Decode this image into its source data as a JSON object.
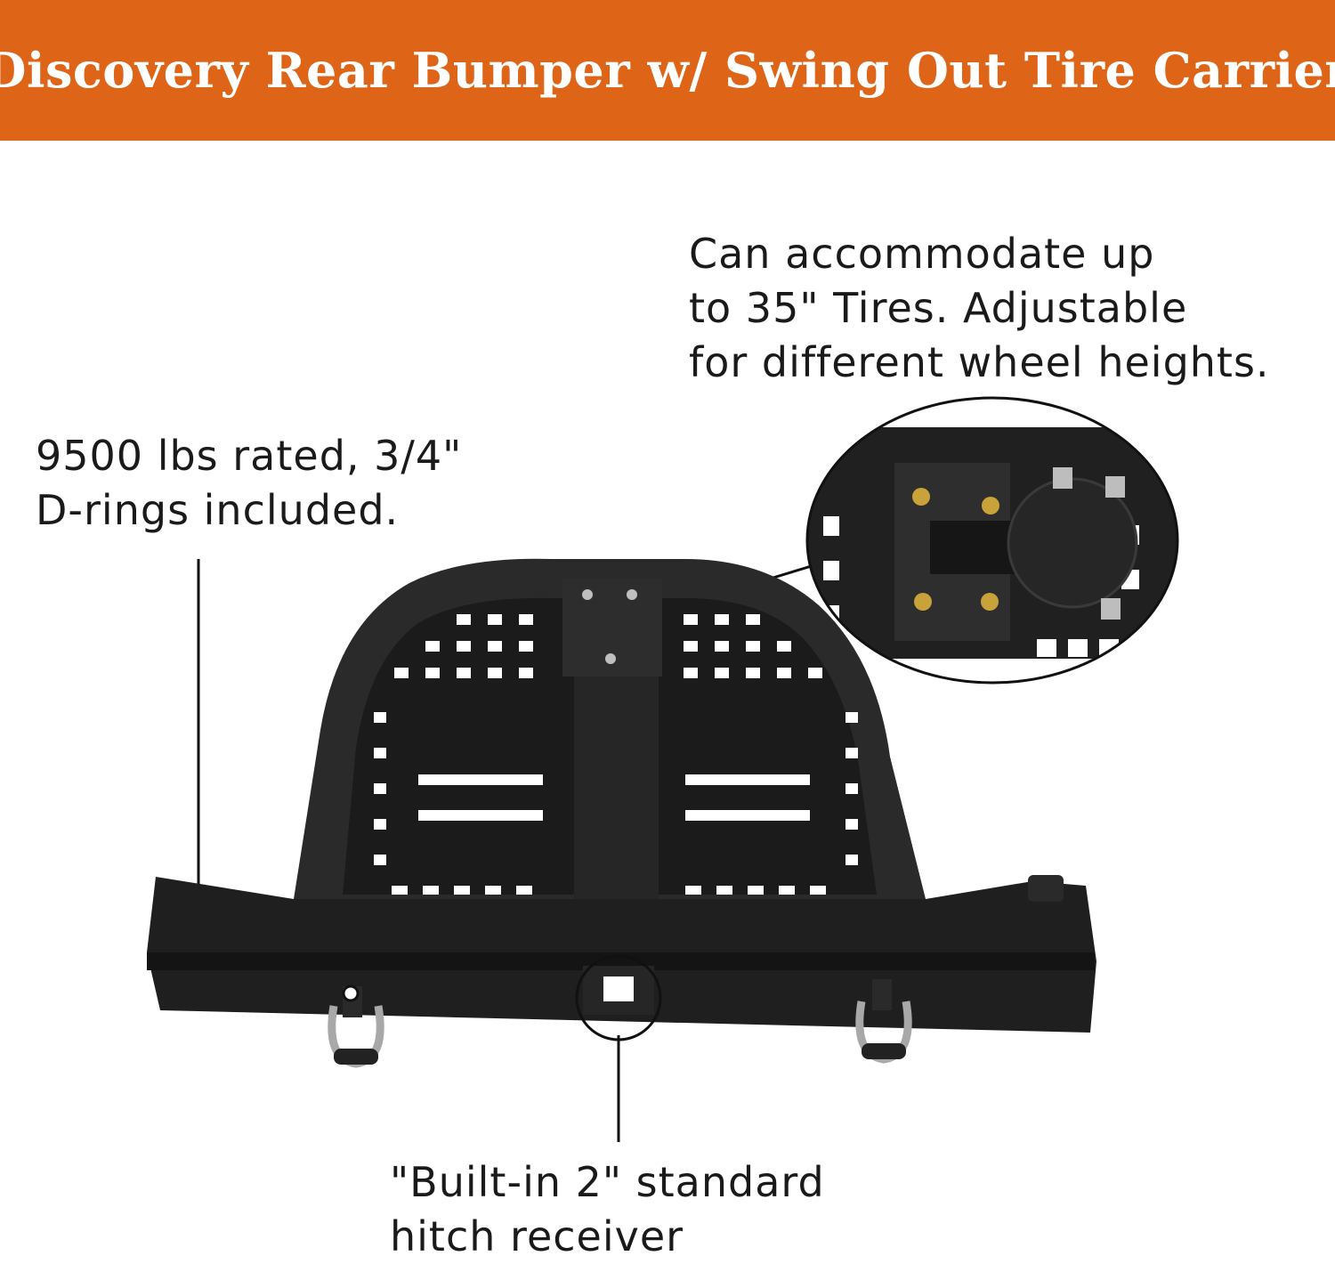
{
  "header": {
    "title": "Discovery Rear Bumper w/ Swing Out Tire Carrier"
  },
  "callouts": {
    "tires": {
      "lines": [
        "Can accommodate up",
        "to 35\" Tires. Adjustable",
        "for different wheel heights."
      ]
    },
    "drings": {
      "lines": [
        "9500 lbs rated, 3/4\"",
        "D-rings included."
      ]
    },
    "hitch": {
      "lines": [
        "\"Built-in 2\" standard",
        "hitch receiver"
      ]
    }
  },
  "colors": {
    "banner": "#de6418",
    "product": "#1e1e1e",
    "text": "#1a1a1a"
  }
}
